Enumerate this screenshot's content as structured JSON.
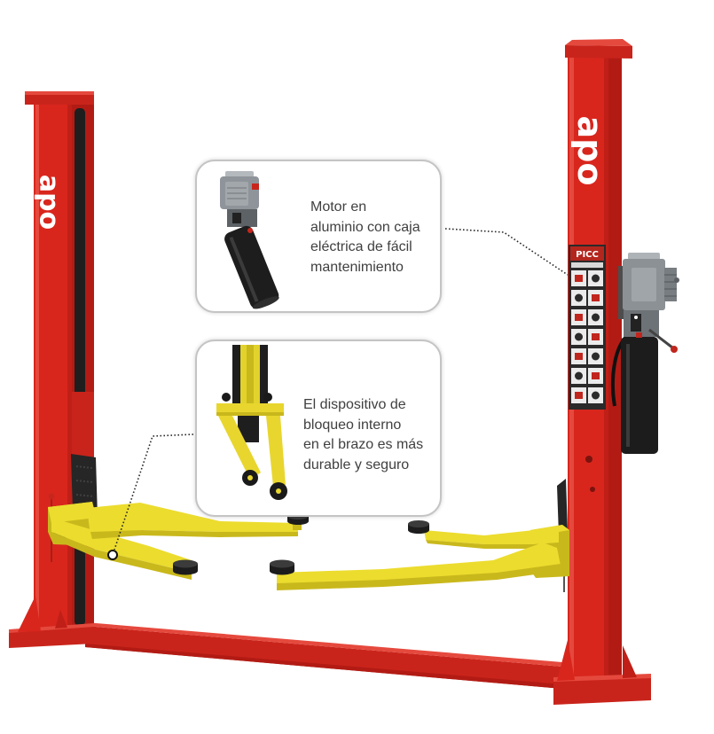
{
  "brand": {
    "logo_text": "apo",
    "sticker_title": "PICC"
  },
  "callouts": {
    "motor": {
      "lines": [
        "Motor en",
        "aluminio con caja",
        "eléctrica de fácil",
        "mantenimiento"
      ]
    },
    "arm_lock": {
      "lines": [
        "El dispositivo de",
        "bloqueo interno",
        "en el brazo es más",
        "durable y seguro"
      ]
    }
  },
  "colors": {
    "post_red": "#d8261d",
    "arm_yellow": "#ecdc2e",
    "callout_border": "#c4c4c4",
    "callout_text": "#404040"
  }
}
